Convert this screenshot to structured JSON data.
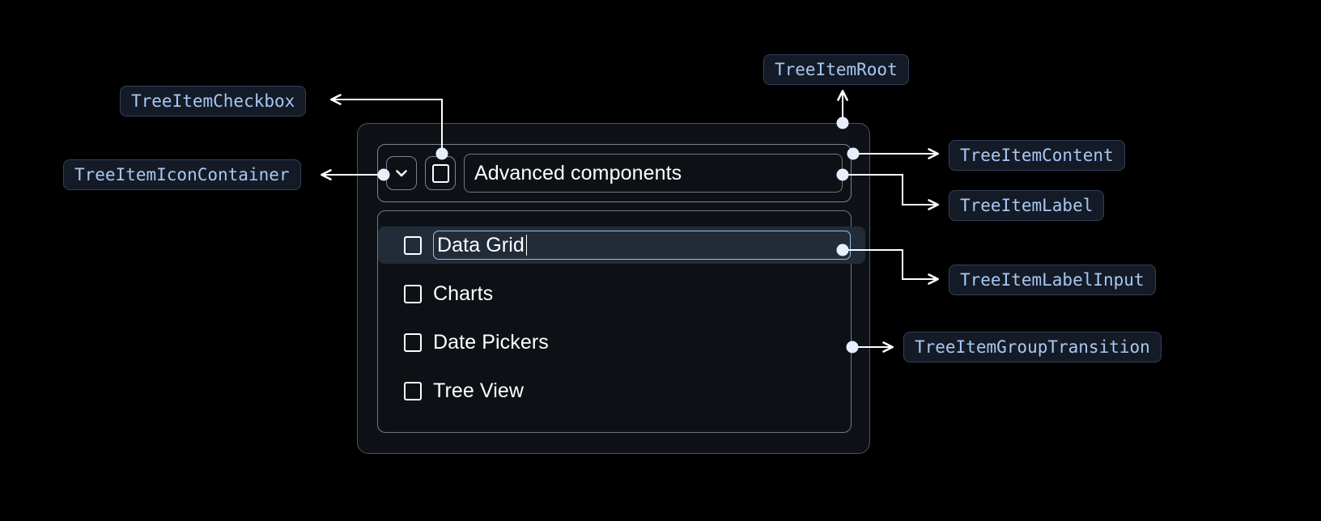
{
  "page": {
    "background": "#000000",
    "accent_label_text": "#a7c8f2",
    "accent_label_bg": "#141b27",
    "accent_label_border": "#31405a",
    "focus_border": "#8fc2f0",
    "selected_row_bg": "#222c39"
  },
  "annotations": [
    {
      "id": "tree-item-checkbox",
      "label": "TreeItemCheckbox"
    },
    {
      "id": "tree-item-icon-container",
      "label": "TreeItemIconContainer"
    },
    {
      "id": "tree-item-root",
      "label": "TreeItemRoot"
    },
    {
      "id": "tree-item-content",
      "label": "TreeItemContent"
    },
    {
      "id": "tree-item-label",
      "label": "TreeItemLabel"
    },
    {
      "id": "tree-item-label-input",
      "label": "TreeItemLabelInput"
    },
    {
      "id": "tree-item-group-transition",
      "label": "TreeItemGroupTransition"
    }
  ],
  "tree": {
    "root": {
      "expand_icon": "chevron-down-icon",
      "checkbox_state": "unchecked",
      "label": "Advanced components"
    },
    "children": [
      {
        "label": "Data Grid",
        "checkbox_state": "unchecked",
        "editing": true,
        "selected": true
      },
      {
        "label": "Charts",
        "checkbox_state": "unchecked",
        "editing": false,
        "selected": false
      },
      {
        "label": "Date Pickers",
        "checkbox_state": "unchecked",
        "editing": false,
        "selected": false
      },
      {
        "label": "Tree View",
        "checkbox_state": "unchecked",
        "editing": false,
        "selected": false
      }
    ]
  }
}
